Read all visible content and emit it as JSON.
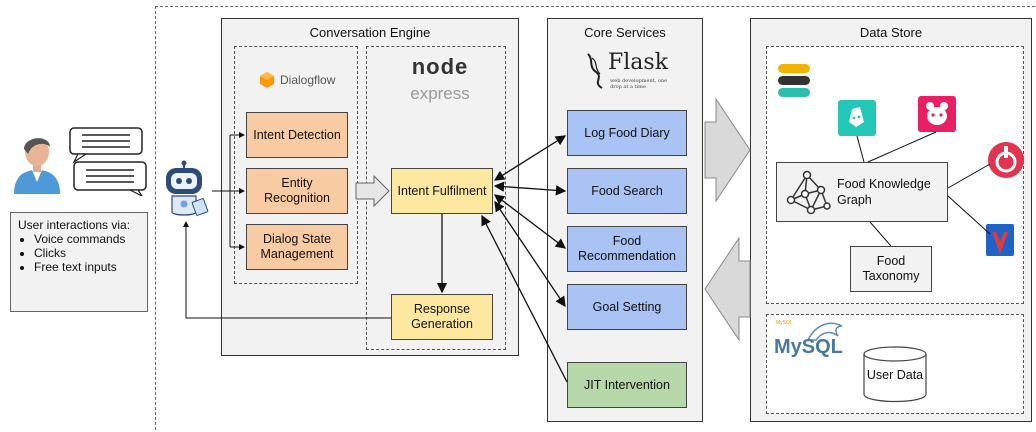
{
  "panels": {
    "conversation_engine": "Conversation Engine",
    "core_services": "Core Services",
    "data_store": "Data Store"
  },
  "logos": {
    "dialogflow": "Dialogflow",
    "node": "node",
    "express": "express",
    "flask": "Flask",
    "flask_tagline": "web development, one drop at a time",
    "mysql": "MySQL",
    "mysql_small": "MySQL"
  },
  "conversation": {
    "intent_detection": "Intent Detection",
    "entity_recognition": "Entity Recognition",
    "dialog_state": "Dialog State Management",
    "intent_fulfilment": "Intent Fulfilment",
    "response_generation": "Response Generation"
  },
  "services": {
    "log_food_diary": "Log Food Diary",
    "food_search": "Food Search",
    "food_recommendation": "Food Recommendation",
    "goal_setting": "Goal Setting",
    "jit_intervention": "JIT Intervention"
  },
  "data_store": {
    "knowledge_graph": "Food Knowledge Graph",
    "taxonomy": "Food Taxonomy",
    "user_data": "User Data"
  },
  "user_note": {
    "heading": "User interactions via:",
    "items": [
      "Voice commands",
      "Clicks",
      "Free text inputs"
    ]
  },
  "colors": {
    "orange": "#f8cba3",
    "yellow": "#fde8a0",
    "blue": "#a9c4f4",
    "green": "#b6d8a8",
    "panel": "#f2f2f2",
    "deliveroo": "#22c7b8",
    "foodpanda": "#e91e63",
    "elastic": "#f0b400"
  },
  "icons": [
    "user-icon",
    "chat-bubble-icon",
    "robot-icon",
    "elasticsearch-icon",
    "deliveroo-icon",
    "foodpanda-icon",
    "burpple-icon",
    "grab-icon",
    "graph-icon",
    "database-icon"
  ]
}
